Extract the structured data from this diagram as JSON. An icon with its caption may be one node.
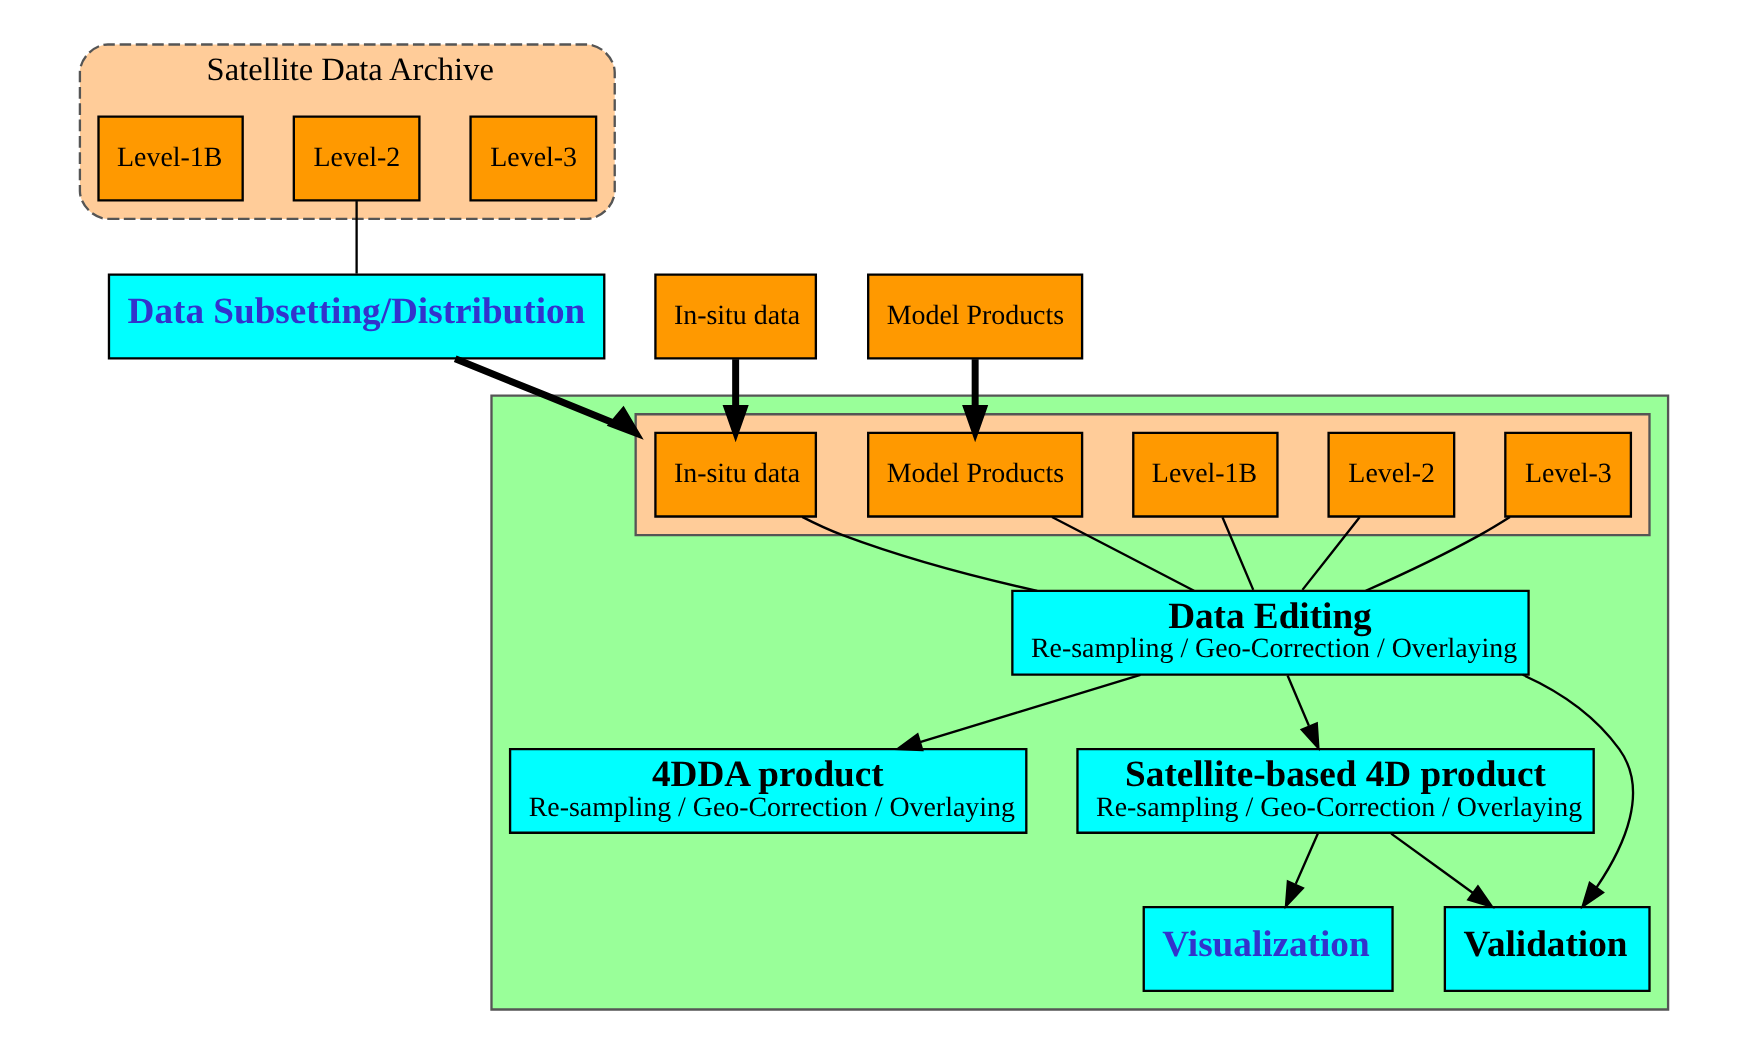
{
  "diagram": {
    "nodes": [
      {
        "text": [
          "Satellite Data Archive"
        ]
      },
      {
        "text": [
          "Level-1B"
        ],
        "in": 0
      },
      {
        "text": [
          "Level-2"
        ],
        "in": 0
      },
      {
        "text": [
          "Level-3"
        ],
        "in": 0
      },
      {
        "text": [
          "Data Subsetting/Distribution"
        ]
      },
      {
        "text": [
          "In-situ data"
        ]
      },
      {
        "text": [
          "Model Products"
        ]
      },
      {
        "text": [],
        "shape": "box"
      },
      {
        "text": [],
        "shape": "box",
        "in": 7
      },
      {
        "text": [
          "In-situ data"
        ],
        "in": 8
      },
      {
        "text": [
          "Model Products"
        ],
        "in": 8
      },
      {
        "text": [
          "Level-1B"
        ],
        "in": 8
      },
      {
        "text": [
          "Level-2"
        ],
        "in": 8
      },
      {
        "text": [
          "Level-3"
        ],
        "in": 8
      },
      {
        "text": [
          "Data Editing",
          "Re-sampling / Geo-Correction / Overlaying"
        ],
        "in": 7
      },
      {
        "text": [
          "Validation"
        ],
        "in": 7
      },
      {
        "text": [
          "Satellite-based 4D product",
          "Re-sampling / Geo-Correction / Overlaying"
        ],
        "in": 7
      },
      {
        "text": [
          "4DDA product",
          "Re-sampling / Geo-Correction / Overlaying"
        ],
        "in": 7
      },
      {
        "text": [
          "Visualization"
        ],
        "in": 7
      }
    ],
    "edges": [
      {
        "from": 2,
        "to": 4,
        "arrow": "none"
      },
      {
        "from": 4,
        "to": 8,
        "arrow": "to",
        "style": "thick"
      },
      {
        "from": 5,
        "to": 9,
        "arrow": "to",
        "style": "thick"
      },
      {
        "from": 6,
        "to": 10,
        "arrow": "to",
        "style": "thick"
      },
      {
        "from": 9,
        "to": 14,
        "arrow": "none"
      },
      {
        "from": 10,
        "to": 14,
        "arrow": "none"
      },
      {
        "from": 11,
        "to": 14,
        "arrow": "none"
      },
      {
        "from": 12,
        "to": 14,
        "arrow": "none"
      },
      {
        "from": 13,
        "to": 14,
        "arrow": "none"
      },
      {
        "from": 14,
        "to": 15,
        "arrow": "to"
      },
      {
        "from": 14,
        "to": 16,
        "arrow": "to"
      },
      {
        "from": 14,
        "to": 17,
        "arrow": "to"
      },
      {
        "from": 16,
        "to": 15,
        "arrow": "to"
      },
      {
        "from": 16,
        "to": 18,
        "arrow": "to"
      }
    ]
  }
}
